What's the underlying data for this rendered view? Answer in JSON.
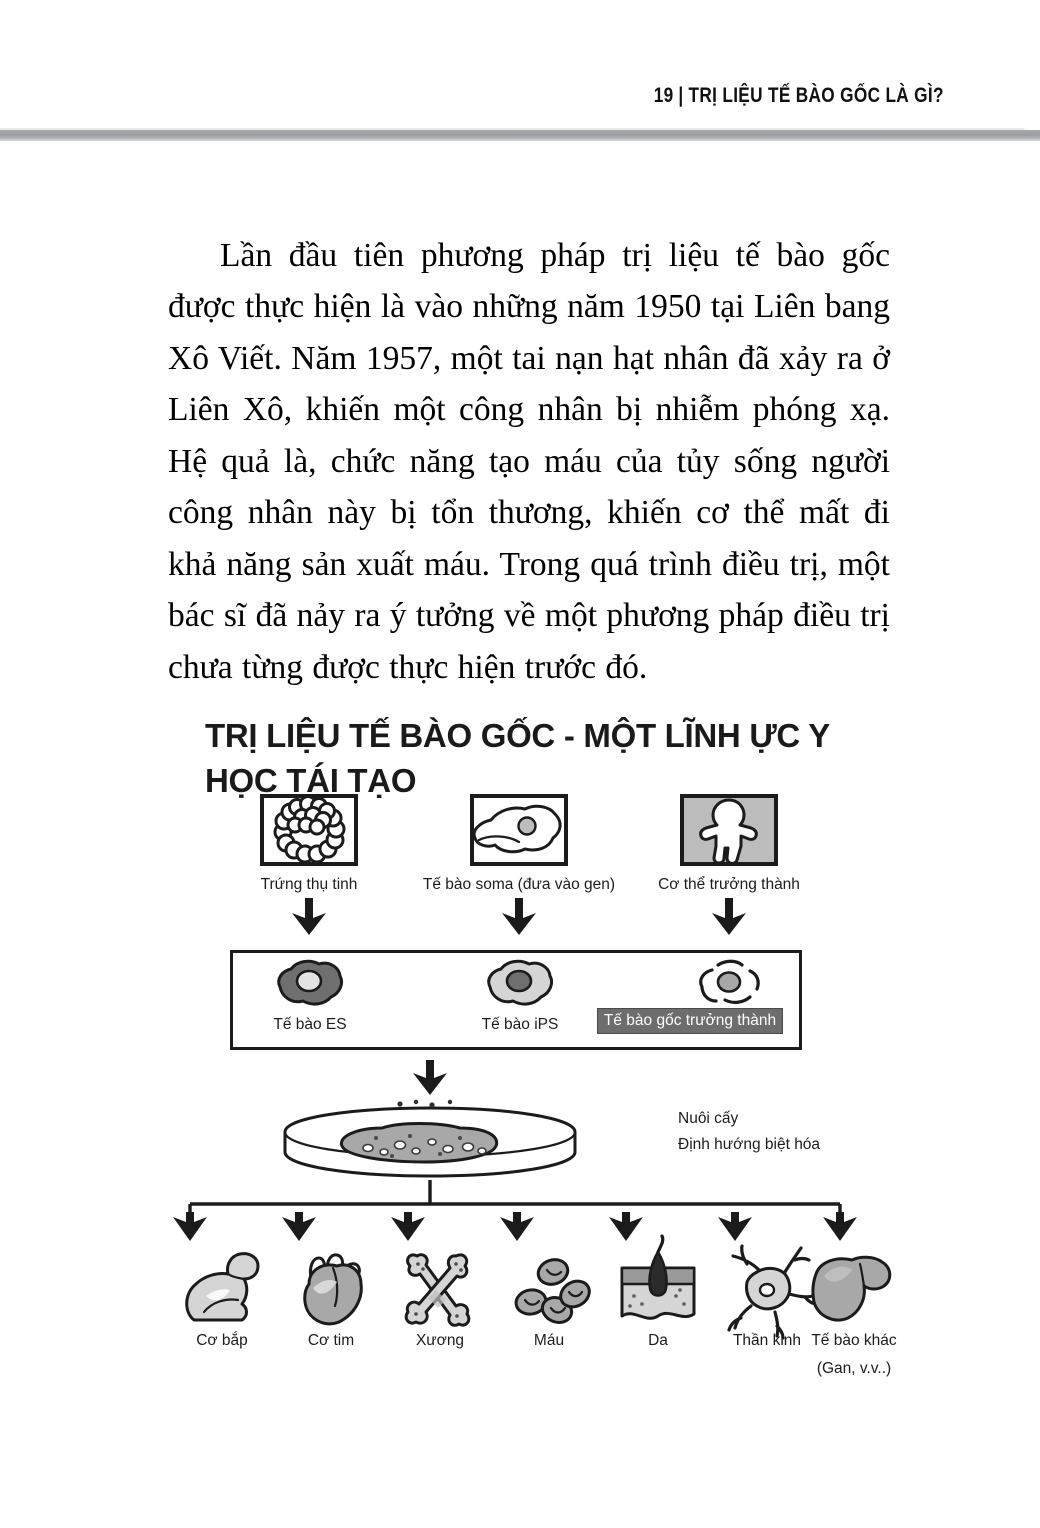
{
  "header": {
    "page_number": "19",
    "separator": "|",
    "chapter_title": "TRỊ LIỆU TẾ BÀO GỐC LÀ GÌ?"
  },
  "body": {
    "paragraph": "Lần đầu tiên phương pháp trị liệu tế bào gốc được thực hiện là vào những năm 1950 tại Liên bang Xô Viết. Năm 1957, một tai nạn hạt nhân đã xảy ra ở Liên Xô, khiến một công nhân bị nhiễm phóng xạ. Hệ quả là, chức năng tạo máu của tủy sống người công nhân này bị tổn thương, khiến cơ thể mất đi khả năng sản xuất máu. Trong quá trình điều trị, một bác sĩ đã nảy ra ý tưởng về một phương pháp điều trị chưa từng được thực hiện trước đó."
  },
  "section": {
    "heading": "TRỊ LIỆU TẾ BÀO GỐC - MỘT LĨNH ỰC Y HỌC TÁI TẠO"
  },
  "figure": {
    "sources": [
      {
        "label": "Trứng thụ tinh",
        "icon": "blastocyst-icon",
        "shaded": false
      },
      {
        "label": "Tế bào soma (đưa vào gen)",
        "icon": "soma-cell-icon",
        "shaded": false
      },
      {
        "label": "Cơ thể trưởng thành",
        "icon": "adult-body-icon",
        "shaded": true
      }
    ],
    "stem_cells": [
      {
        "label": "Tế bào ES",
        "icon": "es-cell-icon",
        "highlighted": false
      },
      {
        "label": "Tế bào iPS",
        "icon": "ips-cell-icon",
        "highlighted": false
      },
      {
        "label": "Tế bào gốc trưởng thành",
        "icon": "adult-stem-cell-icon",
        "highlighted": true
      }
    ],
    "culture": {
      "icon": "petri-dish-icon",
      "label_line1": "Nuôi cấy",
      "label_line2": "Định hướng biệt hóa"
    },
    "outputs": [
      {
        "label": "Cơ bắp",
        "sub": "",
        "icon": "muscle-arm-icon"
      },
      {
        "label": "Cơ tim",
        "sub": "",
        "icon": "heart-icon"
      },
      {
        "label": "Xương",
        "sub": "",
        "icon": "bones-icon"
      },
      {
        "label": "Máu",
        "sub": "",
        "icon": "blood-cells-icon"
      },
      {
        "label": "Da",
        "sub": "",
        "icon": "skin-icon"
      },
      {
        "label": "Thần kinh",
        "sub": "",
        "icon": "neuron-icon"
      },
      {
        "label": "Tế bào khác",
        "sub": "(Gan, v.v..)",
        "icon": "liver-icon"
      }
    ]
  },
  "colors": {
    "ink": "#1b1b1b",
    "rule": "#9b9da0",
    "highlight_bg": "#6d6d6d",
    "shaded_box": "#bcbcbc"
  }
}
